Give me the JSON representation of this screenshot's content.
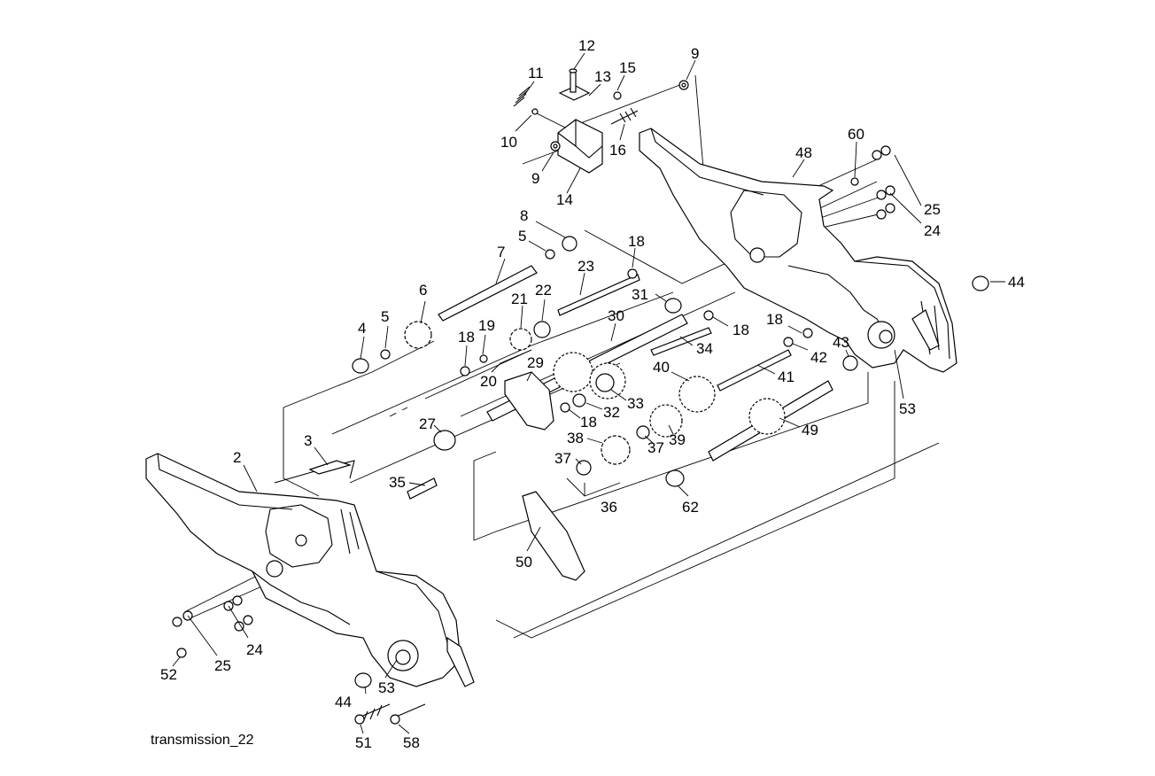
{
  "caption": "transmission_22",
  "callouts": [
    "12",
    "11",
    "13",
    "15",
    "9",
    "10",
    "16",
    "9",
    "14",
    "60",
    "48",
    "25",
    "24",
    "8",
    "5",
    "18",
    "7",
    "23",
    "44",
    "6",
    "5",
    "4",
    "21",
    "22",
    "31",
    "30",
    "18",
    "19",
    "18",
    "20",
    "29",
    "18",
    "42",
    "43",
    "40",
    "41",
    "34",
    "53",
    "33",
    "32",
    "18",
    "39",
    "37",
    "49",
    "27",
    "38",
    "37",
    "3",
    "2",
    "35",
    "36",
    "62",
    "50",
    "52",
    "25",
    "24",
    "44",
    "53",
    "51",
    "58"
  ]
}
